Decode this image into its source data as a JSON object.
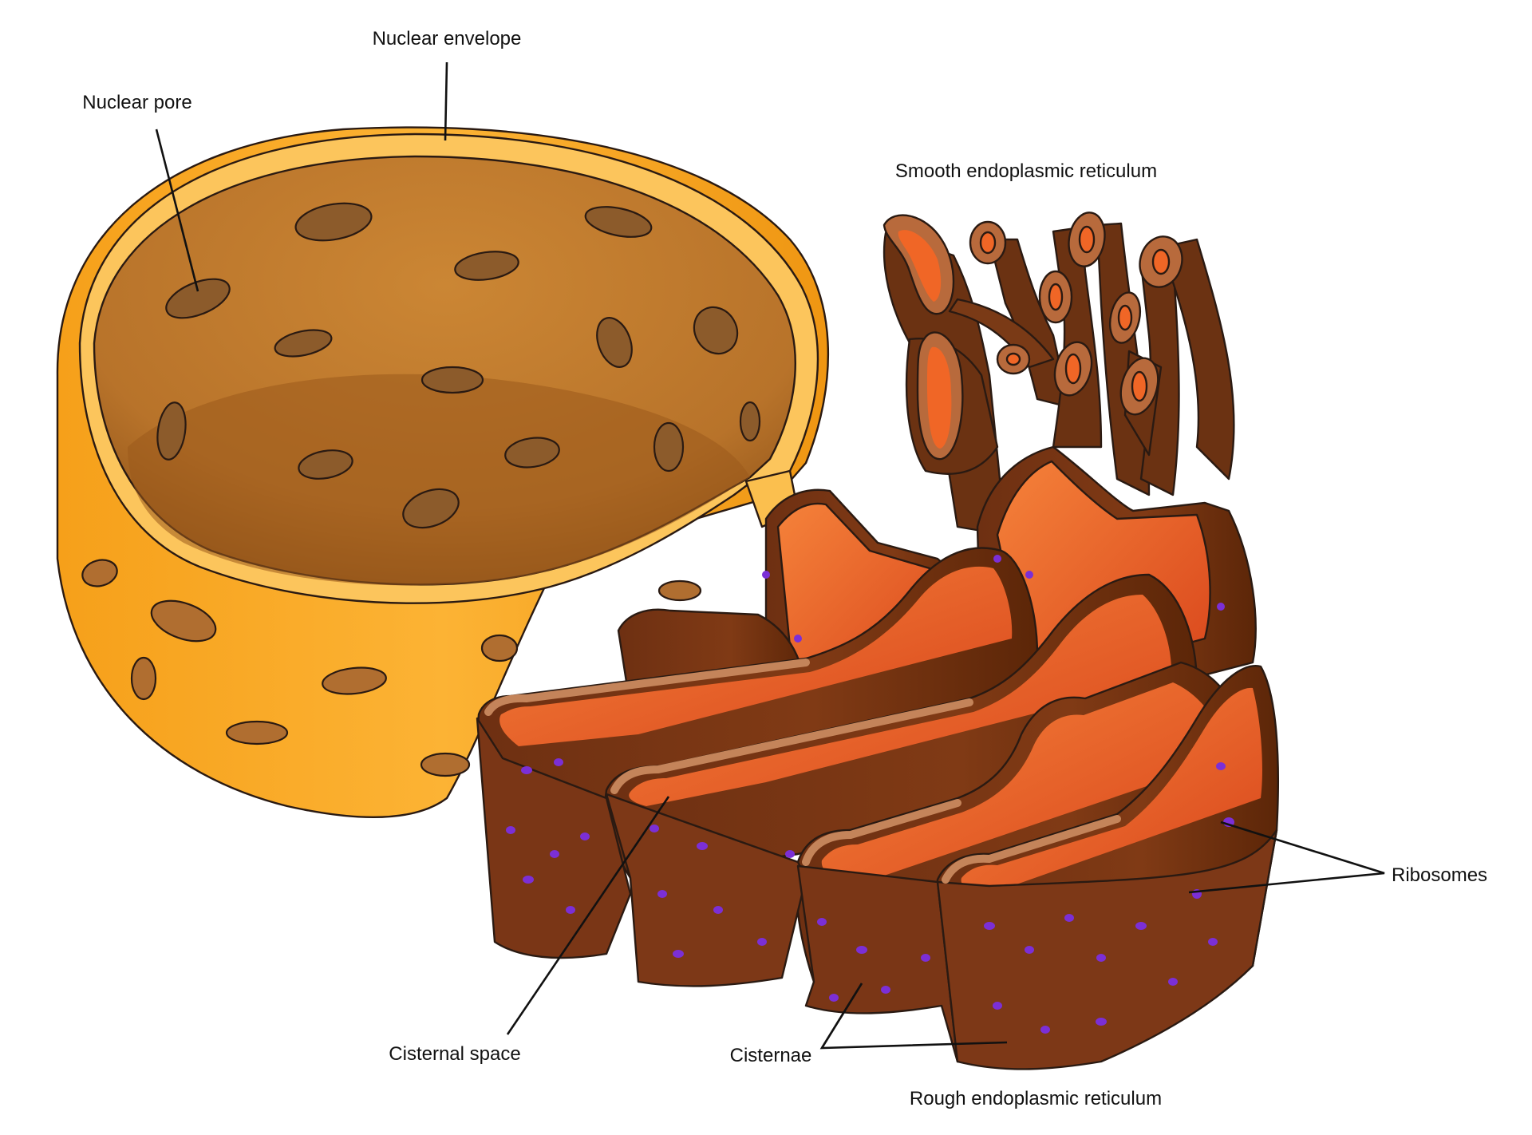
{
  "labels": {
    "nuclear_envelope": "Nuclear envelope",
    "nuclear_pore": "Nuclear pore",
    "smooth_er": "Smooth endoplasmic reticulum",
    "ribosomes": "Ribosomes",
    "cisternal_space": "Cisternal space",
    "cisternae": "Cisternae",
    "rough_er": "Rough endoplasmic reticulum"
  },
  "colors": {
    "envelope_outer": "#f7a21b",
    "envelope_rim": "#fcc45a",
    "nucleus_interior": "#c47e2c",
    "nucleus_floor": "#a35f1e",
    "pore_fill": "#8a5a2a",
    "er_membrane": "#7a3714",
    "er_membrane_light": "#a8603a",
    "er_lumen": "#f06a28",
    "ribosome": "#7b2fd6",
    "line": "#111111"
  },
  "icons": {
    "ribosome_marker": "purple-dot"
  }
}
